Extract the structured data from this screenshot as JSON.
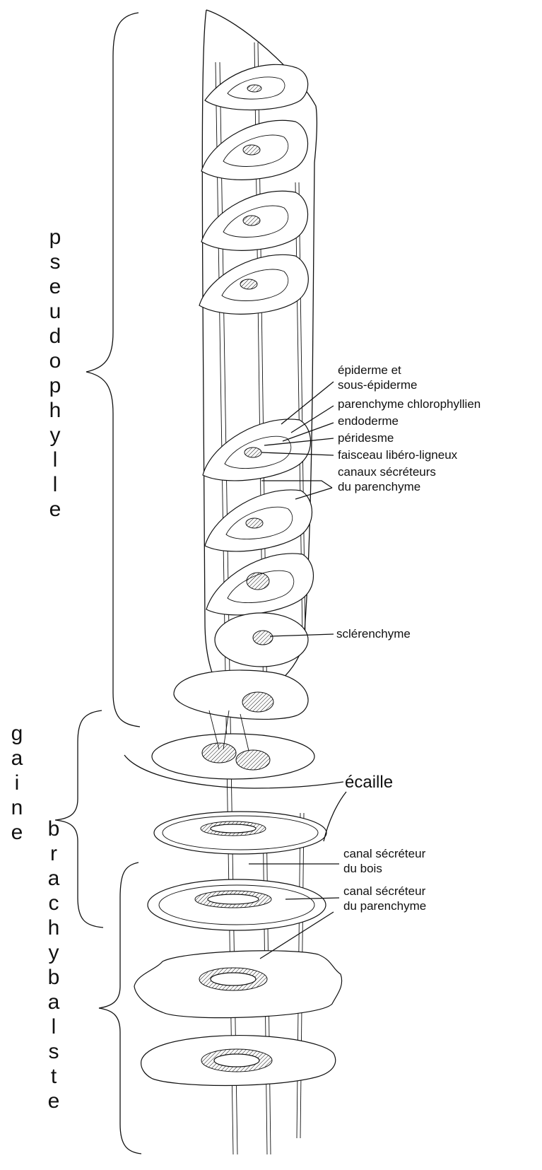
{
  "side_labels": {
    "pseudophylle": [
      "p",
      "s",
      "e",
      "u",
      "d",
      "o",
      "p",
      "h",
      "y",
      "l",
      "l",
      "e"
    ],
    "gaine": [
      "g",
      "a",
      "i",
      "n",
      "e"
    ],
    "brachyblaste": [
      "b",
      "r",
      "a",
      "c",
      "h",
      "y",
      "b",
      "a",
      "l",
      "s",
      "t",
      "e"
    ]
  },
  "annotations": {
    "epiderme_1": "épiderme et",
    "epiderme_2": "sous-épiderme",
    "parenchyme_chloro": "parenchyme chlorophyllien",
    "endoderme": "endoderme",
    "peridesme": "péridesme",
    "faisceau": "faisceau libéro-ligneux",
    "canaux_1": "canaux sécréteurs",
    "canaux_2": "du parenchyme",
    "sclerenchyme": "sclérenchyme",
    "ecaille": "écaille",
    "canal_bois_1": "canal sécréteur",
    "canal_bois_2": "du bois",
    "canal_par_1": "canal sécréteur",
    "canal_par_2": "du parenchyme"
  }
}
